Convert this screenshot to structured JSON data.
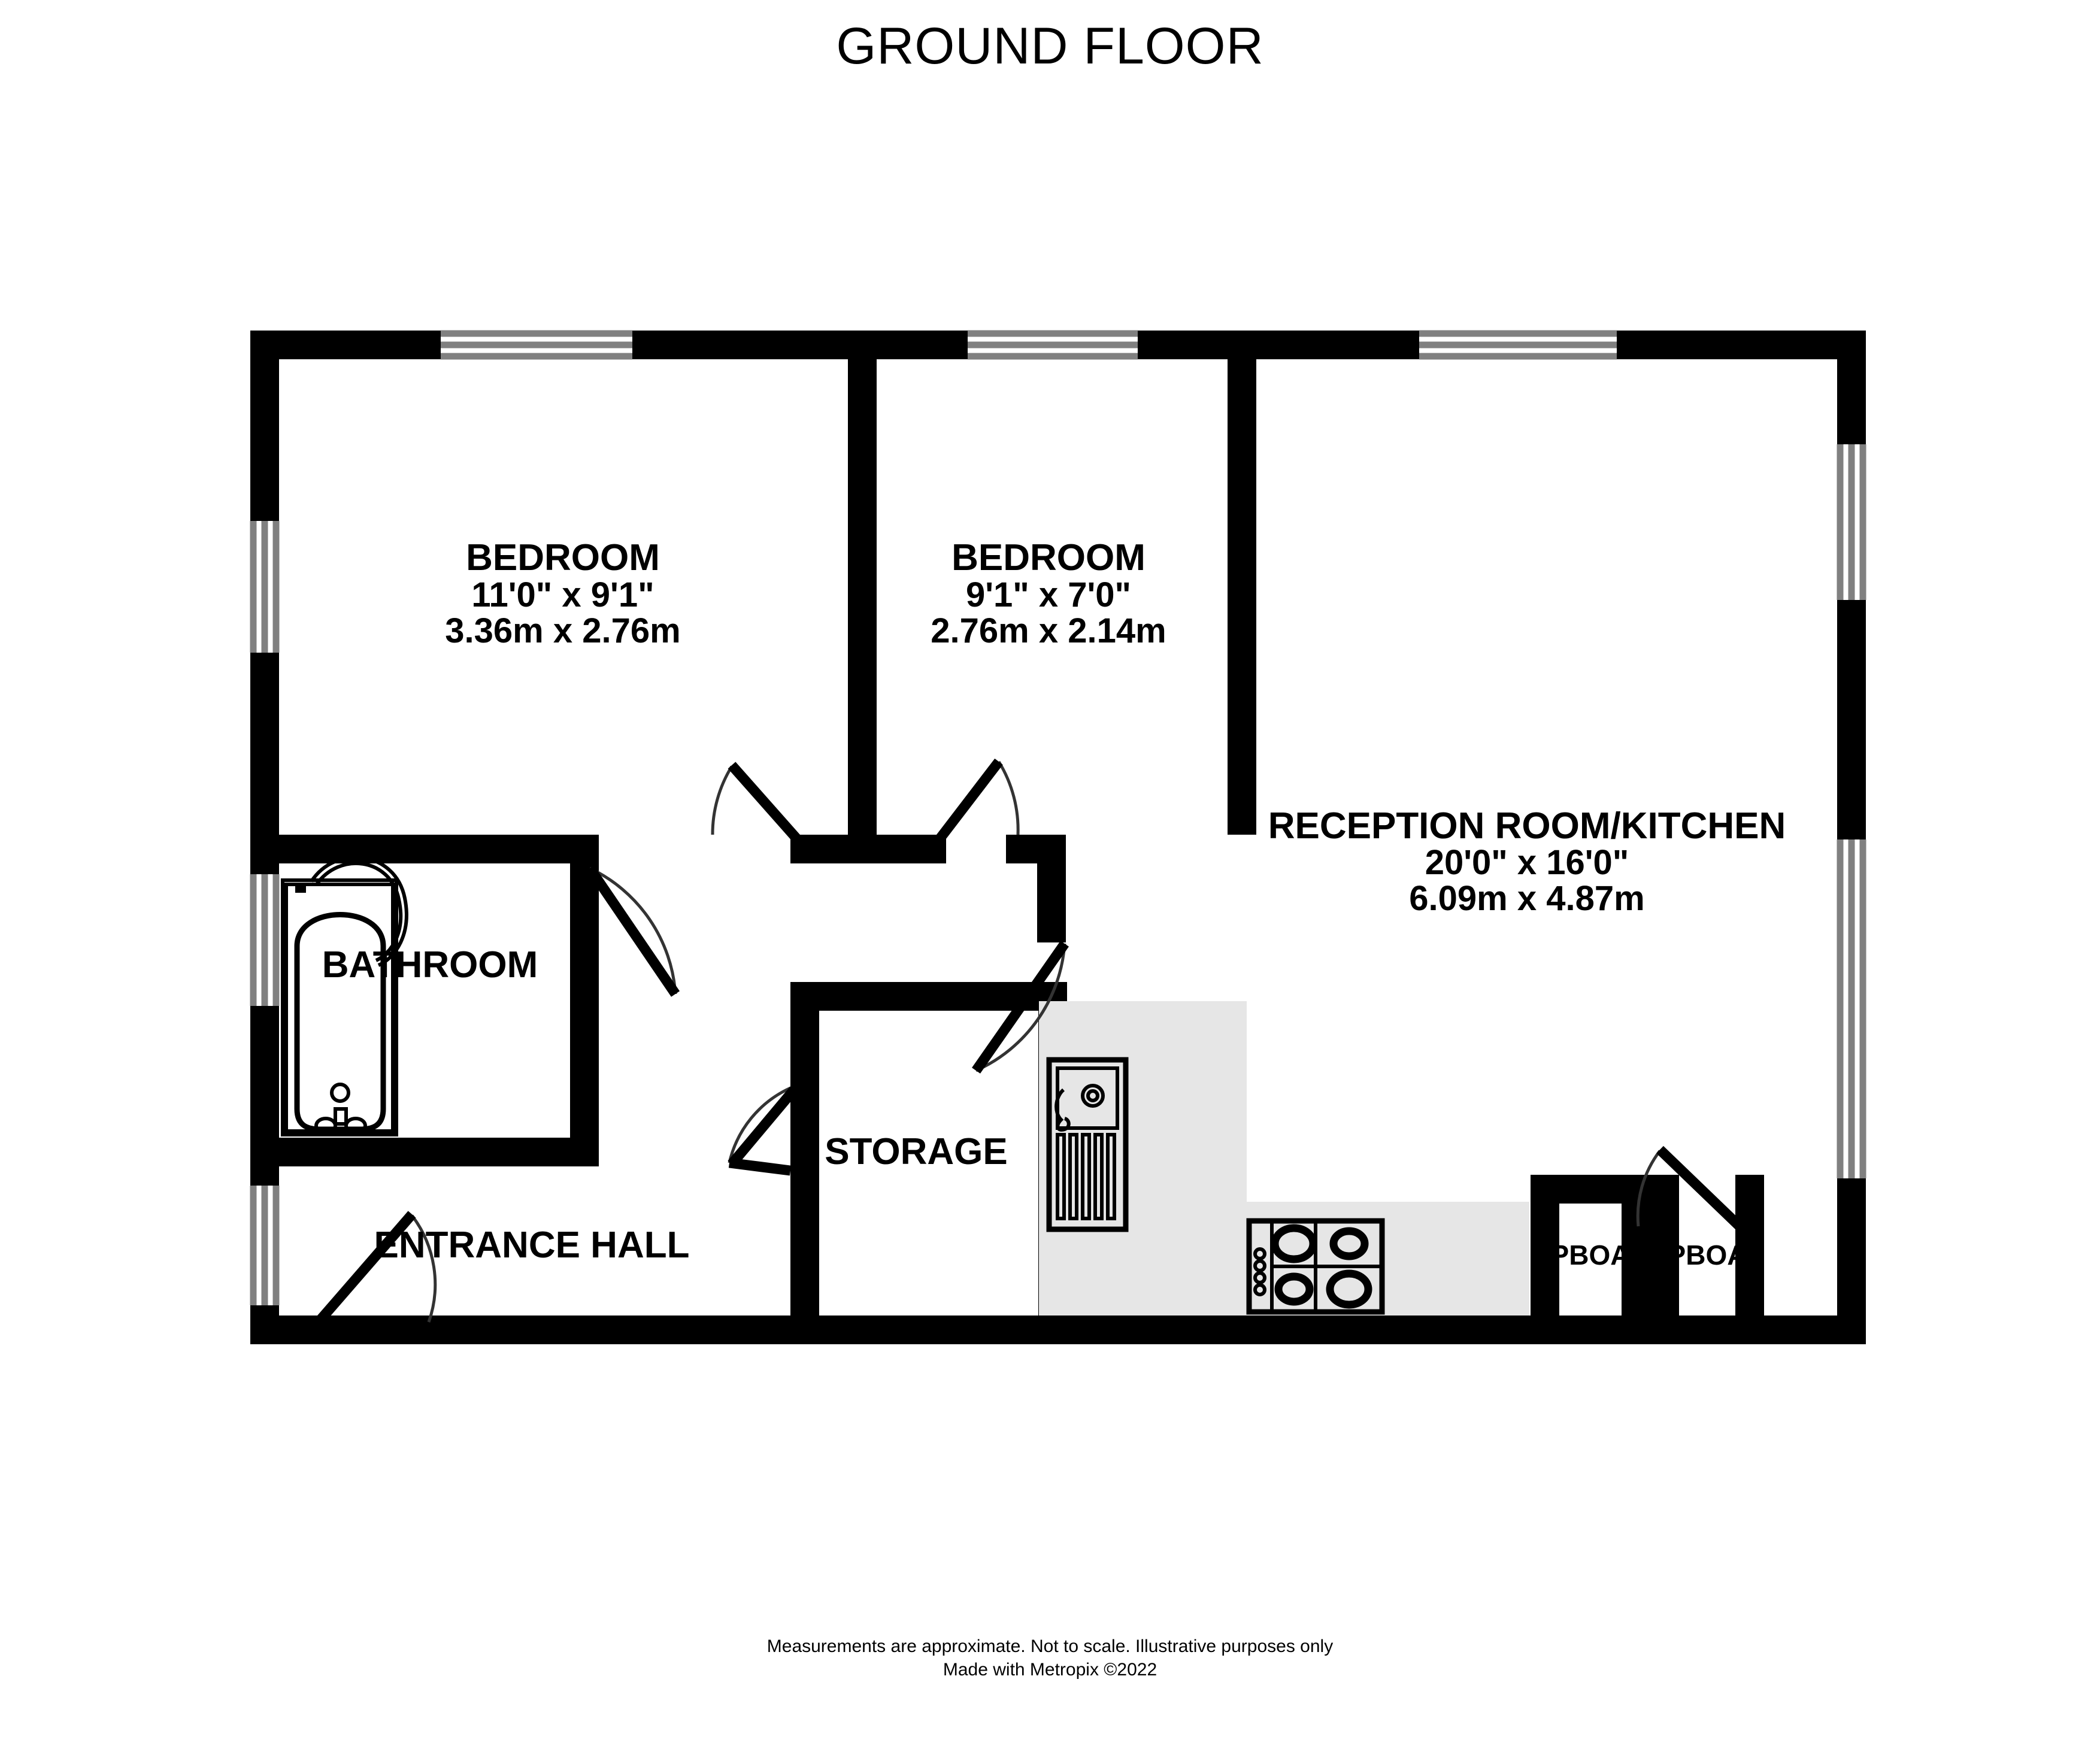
{
  "page": {
    "title": "GROUND FLOOR",
    "background_color": "#ffffff",
    "wall_color": "#000000",
    "counter_color": "#e6e6e6",
    "window_color": "#808080"
  },
  "footer": {
    "line1": "Measurements are approximate.  Not to scale.  Illustrative purposes only",
    "line2": "Made with Metropix ©2022"
  },
  "rooms": {
    "bedroom1": {
      "name": "BEDROOM",
      "dim_imperial": "11'0\"  x 9'1\"",
      "dim_metric": "3.36m  x 2.76m"
    },
    "bedroom2": {
      "name": "BEDROOM",
      "dim_imperial": "9'1\"  x 7'0\"",
      "dim_metric": "2.76m  x 2.14m"
    },
    "reception": {
      "name": "RECEPTION ROOM/KITCHEN",
      "dim_imperial": "20'0\"  x 16'0\"",
      "dim_metric": "6.09m  x 4.87m"
    },
    "bathroom": {
      "name": "BATHROOM"
    },
    "entrance_hall": {
      "name": "ENTRANCE HALL"
    },
    "storage": {
      "name": "STORAGE"
    },
    "cupboard1": {
      "name": "CUPBOARD"
    },
    "cupboard2": {
      "name": "CUPBOARD"
    }
  },
  "fixtures": {
    "bath": "bath-icon",
    "sink": "kitchen-sink-icon",
    "hob": "cooker-hob-icon"
  }
}
